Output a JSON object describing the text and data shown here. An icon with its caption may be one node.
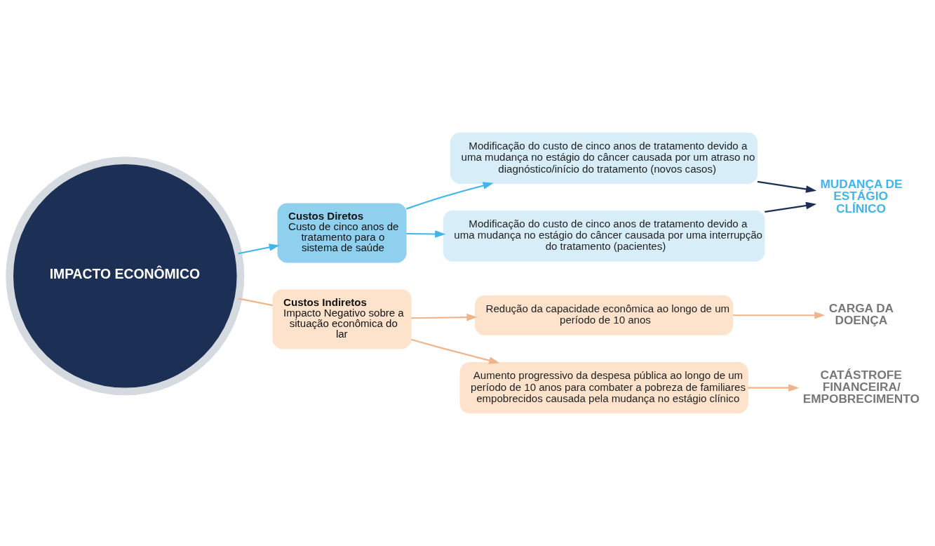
{
  "diagram": {
    "nodes": [
      {
        "text": [
          "IMPACTO ECONÔMICO"
        ]
      },
      {
        "text": [
          "Custos Diretos",
          "Custo de cinco anos de tratamento para o sistema de saúde"
        ]
      },
      {
        "text": [
          "Modificação do custo de cinco anos de tratamento devido a uma mudança no estágio do câncer causada por um atraso no diagnóstico/início do tratamento (novos casos)"
        ]
      },
      {
        "text": [
          "Modificação do custo de cinco anos de tratamento devido a uma mudança no estágio do câncer causada por uma interrupção do tratamento (pacientes)"
        ]
      },
      {
        "text": [
          "MUDANÇA DE ESTÁGIO CLÍNICO"
        ]
      },
      {
        "text": [
          "Custos Indiretos",
          "Impacto Negativo sobre a situação econômica do lar"
        ]
      },
      {
        "text": [
          "Redução da capacidade econômica ao longo de um período de 10 anos"
        ]
      },
      {
        "text": [
          "Aumento progressivo da despesa pública ao longo de um período de 10 anos para combater a pobreza de familiares empobrecidos causada pela mudança no estágio clínico"
        ]
      },
      {
        "text": [
          "CARGA DA DOENÇA"
        ]
      },
      {
        "text": [
          "CATÁSTROFE FINANCEIRA/ EMPOBRECIMENTO"
        ]
      }
    ],
    "edges": [
      {
        "from": 0,
        "to": 1,
        "arrow": "to",
        "color": "#3fb6ea"
      },
      {
        "from": 1,
        "to": 2,
        "arrow": "to",
        "color": "#3fb6ea"
      },
      {
        "from": 1,
        "to": 3,
        "arrow": "to",
        "color": "#3fb6ea"
      },
      {
        "from": 2,
        "to": 4,
        "arrow": "to",
        "color": "#1c2f55"
      },
      {
        "from": 3,
        "to": 4,
        "arrow": "to",
        "color": "#1c2f55"
      },
      {
        "from": 0,
        "to": 5,
        "arrow": "none",
        "color": "#f0b48c"
      },
      {
        "from": 5,
        "to": 6,
        "arrow": "to",
        "color": "#f0b48c"
      },
      {
        "from": 5,
        "to": 7,
        "arrow": "to",
        "color": "#f0b48c"
      },
      {
        "from": 6,
        "to": 8,
        "arrow": "to",
        "color": "#f0b48c"
      },
      {
        "from": 7,
        "to": 9,
        "arrow": "to",
        "color": "#f0b48c"
      }
    ]
  }
}
